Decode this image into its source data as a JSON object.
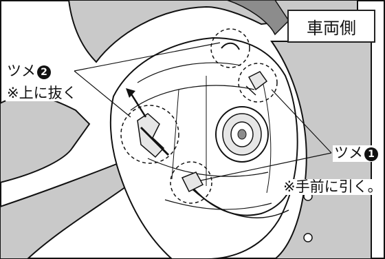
{
  "labels": {
    "vehicle_side": "車両側",
    "tab2_name": "ツメ",
    "tab2_number": "2",
    "tab2_instruction": "※上に抜く",
    "tab1_name": "ツメ",
    "tab1_number": "1",
    "tab1_instruction": "※手前に引く。"
  },
  "colors": {
    "line": "#111111",
    "body_gray": "#c9c9c9",
    "dark_gray": "#8c8c8c",
    "light_gray": "#e6e6e6"
  }
}
